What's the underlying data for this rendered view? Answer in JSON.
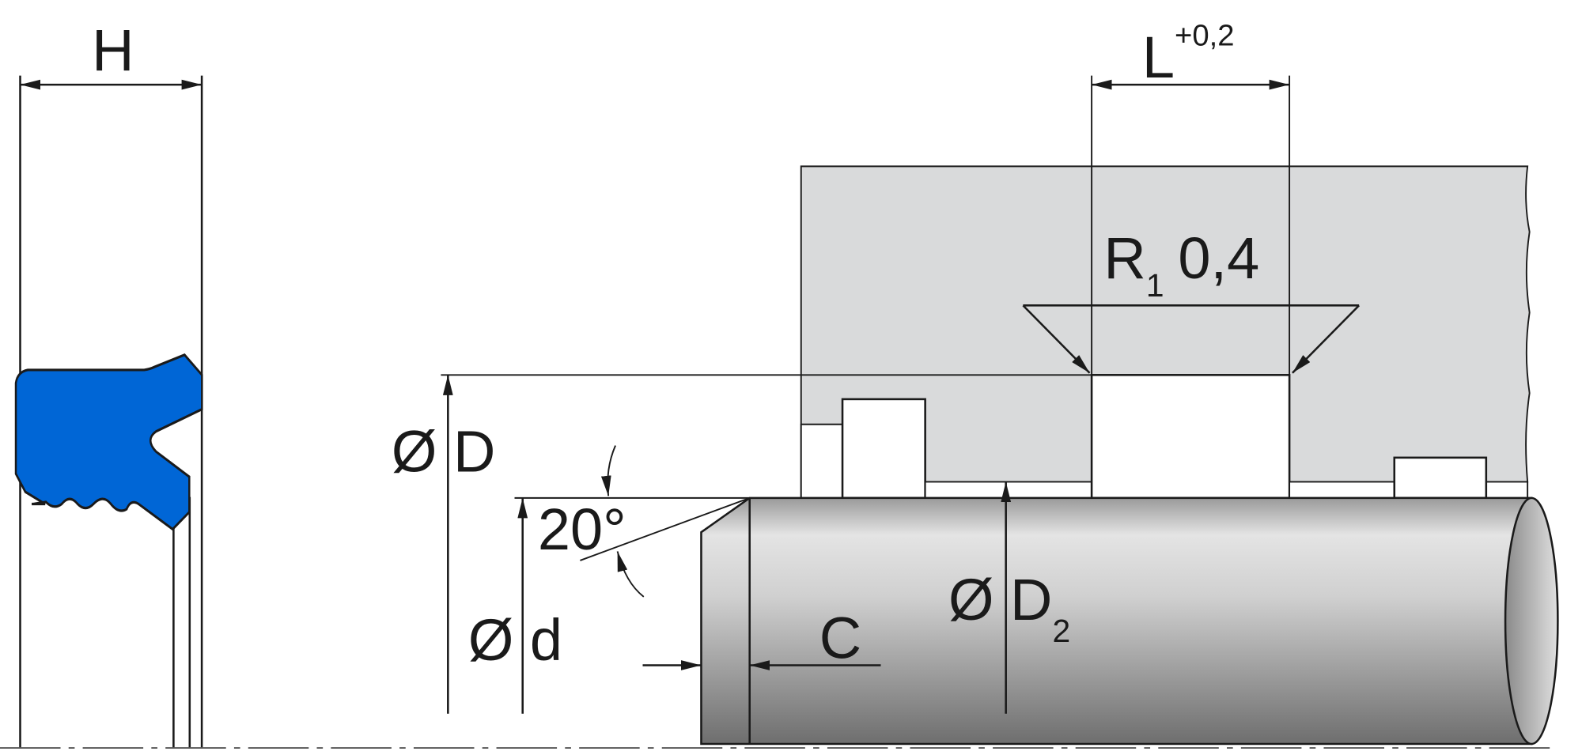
{
  "colors": {
    "seal": "#0066d6",
    "housing": "#d9dadb",
    "line": "#1a1a1a"
  },
  "labels": {
    "H": "H",
    "L": "L",
    "L_tol": "+0,2",
    "R": "R",
    "R_sub": "1",
    "R_val": "0,4",
    "OD": "Ø D",
    "Od": "Ø d",
    "OD2": "Ø D",
    "OD2_sub": "2",
    "C": "C",
    "angle": "20°"
  }
}
